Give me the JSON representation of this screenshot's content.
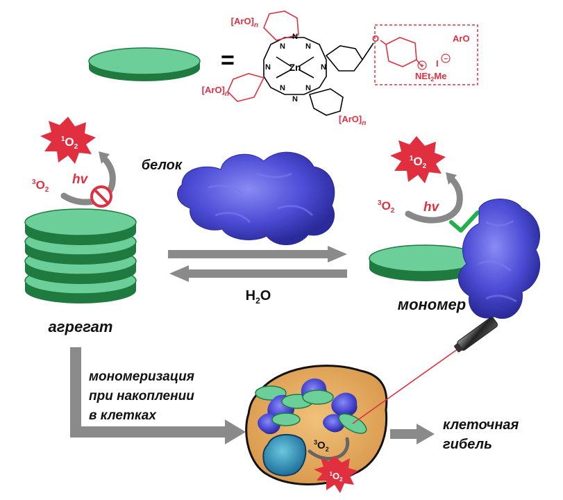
{
  "structure": {
    "equals": "=",
    "aro_sub_1": "[ArO]",
    "aro_sub_2": "[ArO]",
    "aro_sub_3": "[ArO]",
    "n": "n",
    "zn": "Zn",
    "n_atom": "N",
    "aro_box_label": "ArO",
    "o_atom": "O",
    "plus": "+",
    "minus": "−",
    "iodide": "I",
    "amine_a": "NEt",
    "amine_sub": "2",
    "amine_b": "Me"
  },
  "left_cycle": {
    "singlet_pre": "1",
    "singlet_main": "O",
    "singlet_sub": "2",
    "triplet_pre": "3",
    "triplet_main": "O",
    "triplet_sub": "2",
    "hv": "hv"
  },
  "right_cycle": {
    "singlet_pre": "1",
    "singlet_main": "O",
    "singlet_sub": "2",
    "triplet_pre": "3",
    "triplet_main": "O",
    "triplet_sub": "2",
    "hv": "hv"
  },
  "labels": {
    "protein": "белок",
    "water_main": "H",
    "water_sub": "2",
    "water_end": "O",
    "aggregate": "агрегат",
    "monomer": "мономер",
    "monomerization_1": "мономеризация",
    "monomerization_2": "при накоплении",
    "monomerization_3": "в клетках",
    "death_1": "клеточная",
    "death_2": "гибель"
  },
  "cell": {
    "triplet_pre": "3",
    "triplet_main": "O",
    "triplet_sub": "2",
    "singlet_pre": "1",
    "singlet_main": "O",
    "singlet_sub": "2"
  },
  "colors": {
    "disk_top": "#6ccf9a",
    "disk_side": "#1f7a3f",
    "arrow_gray": "#8a8a8a",
    "red": "#e0303f",
    "protein_blue": "#4a4ad8",
    "check_green": "#22b04a",
    "cell_fill": "#e8b46c"
  }
}
